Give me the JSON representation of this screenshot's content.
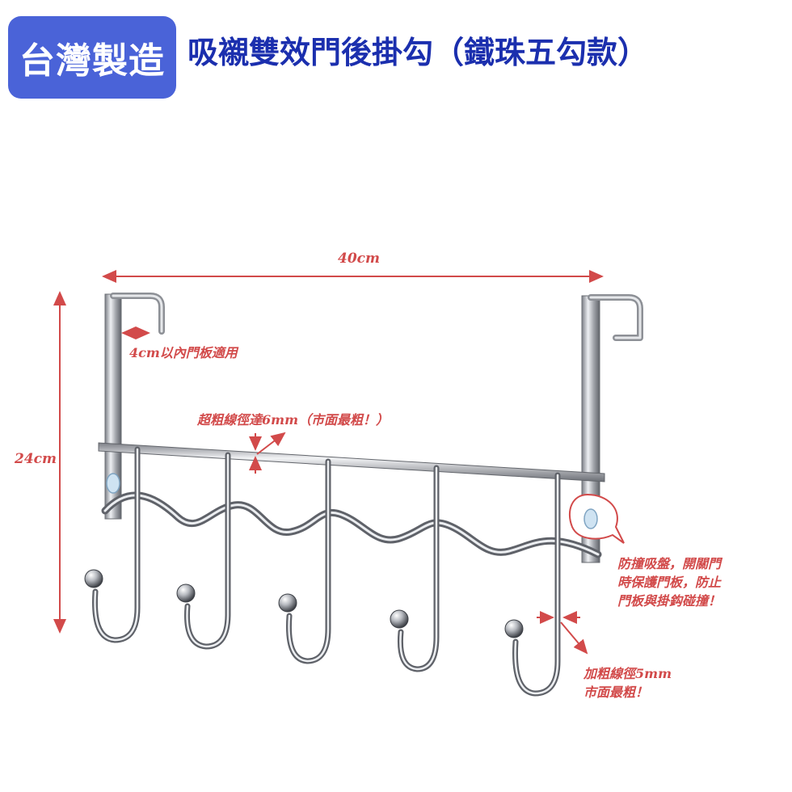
{
  "header": {
    "badge": "台灣製造",
    "title": "吸襯雙效門後掛勾（鐵珠五勾款）"
  },
  "annotations": {
    "width": "40cm",
    "height": "24cm",
    "door_thickness": "4cm以內門板適用",
    "top_wire": "超粗線徑達6mm（市面最粗！）",
    "suction_line1": "防撞吸盤，開關門",
    "suction_line2": "時保護門板，防止",
    "suction_line3": "門板與掛鈎碰撞！",
    "hook_wire_line1": "加粗線徑5mm",
    "hook_wire_line2": "市面最粗！"
  },
  "colors": {
    "badge": "#4a63d8",
    "title": "#1b2fae",
    "annotation": "#d24a4a",
    "chrome": "#b9bcc2"
  }
}
